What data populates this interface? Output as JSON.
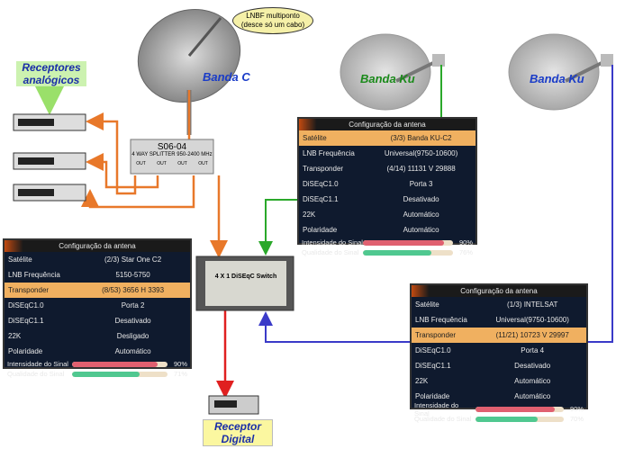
{
  "callout": {
    "line1": "LNBF multiponto",
    "line2": "(desce só um cabo)"
  },
  "dishes": [
    {
      "label": "Banda C",
      "color": "#1a3cc8"
    },
    {
      "label": "Banda Ku",
      "color": "#1a8a1a"
    },
    {
      "label": "Banda Ku",
      "color": "#1a3cc8"
    }
  ],
  "analog_label": {
    "line1": "Receptores",
    "line2": "analógicos"
  },
  "digital_label": {
    "line1": "Receptor",
    "line2": "Digital"
  },
  "splitter": {
    "model": "S06-04",
    "desc": "4 WAY SPLITTER 950-2400 MHz",
    "out": "OUT"
  },
  "switch": {
    "title": "4 X 1 DiSEqC Switch"
  },
  "panels": {
    "ku": {
      "title": "Configuração da antena",
      "rows": [
        {
          "k": "Satélite",
          "v": "(3/3) Banda KU-C2"
        },
        {
          "k": "LNB Frequência",
          "v": "Universal(9750-10600)"
        },
        {
          "k": "Transponder",
          "v": "(4/14) 11131 V 29888"
        },
        {
          "k": "DiSEqC1.0",
          "v": "Porta 3"
        },
        {
          "k": "DiSEqC1.1",
          "v": "Desativado"
        },
        {
          "k": "22K",
          "v": "Automático"
        },
        {
          "k": "Polaridade",
          "v": "Automático"
        }
      ],
      "intensity_label": "Intensidade do Sinal",
      "intensity": "90%",
      "quality_label": "Qualidade do Sinal",
      "quality": "76%"
    },
    "c": {
      "title": "Configuração da antena",
      "rows": [
        {
          "k": "Satélite",
          "v": "(2/3) Star One C2"
        },
        {
          "k": "LNB Frequência",
          "v": "5150-5750"
        },
        {
          "k": "Transponder",
          "v": "(8/53) 3656 H 3393"
        },
        {
          "k": "DiSEqC1.0",
          "v": "Porta 2"
        },
        {
          "k": "DiSEqC1.1",
          "v": "Desativado"
        },
        {
          "k": "22K",
          "v": "Desligado"
        },
        {
          "k": "Polaridade",
          "v": "Automático"
        }
      ],
      "intensity_label": "Intensidade do Sinal",
      "intensity": "90%",
      "quality_label": "Qualidade do Sinal",
      "quality": "71%"
    },
    "intelsat": {
      "title": "Configuração da antena",
      "rows": [
        {
          "k": "Satélite",
          "v": "(1/3) INTELSAT"
        },
        {
          "k": "LNB Frequência",
          "v": "Universal(9750-10600)"
        },
        {
          "k": "Transponder",
          "v": "(11/21) 10723 V 29997"
        },
        {
          "k": "DiSEqC1.0",
          "v": "Porta 4"
        },
        {
          "k": "DiSEqC1.1",
          "v": "Desativado"
        },
        {
          "k": "22K",
          "v": "Automático"
        },
        {
          "k": "Polaridade",
          "v": "Automático"
        }
      ],
      "intensity_label": "Intensidade do Sinal",
      "intensity": "90%",
      "quality_label": "Qualidade do Sinal",
      "quality": "70%"
    }
  },
  "colors": {
    "c_cable": "#e8782a",
    "ku1_cable": "#2aa82a",
    "ku2_cable": "#3a3ac8",
    "out_cable": "#e02020"
  }
}
